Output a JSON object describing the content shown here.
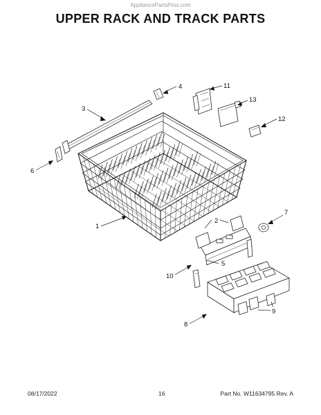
{
  "watermark": "AppliancePartsPros.com",
  "title": "UPPER RACK AND TRACK PARTS",
  "footer": {
    "date": "08/17/2022",
    "page": "16",
    "part": "Part No. W11634795  Rev. A"
  },
  "callouts": [
    "1",
    "2",
    "3",
    "4",
    "5",
    "6",
    "7",
    "8",
    "9",
    "10",
    "11",
    "12",
    "13"
  ]
}
